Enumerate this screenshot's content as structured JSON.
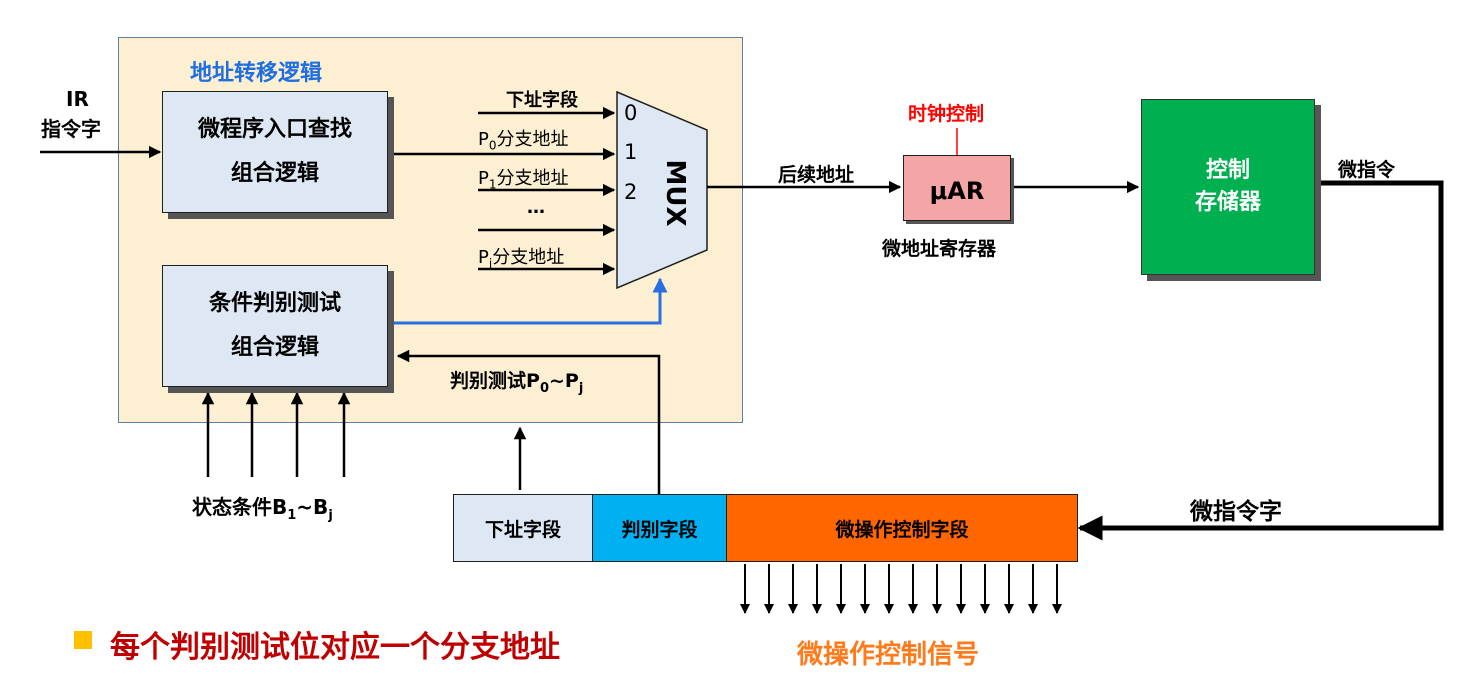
{
  "colors": {
    "panel_bg": "#fdf0d2",
    "panel_border": "#5c7fa8",
    "block_bg": "#dde8f4",
    "mar_bg": "#f4a6a6",
    "control_store_bg": "#00b050",
    "field_next_bg": "#dde8f4",
    "field_test_bg": "#00b0f0",
    "field_op_bg": "#ff6600",
    "blue_title": "#1f6fe0",
    "red": "#ff0000",
    "orange_text": "#ff7a1a",
    "dark_red": "#c00000",
    "bullet": "#ffc000",
    "blue_line": "#2a6fe0"
  },
  "panel_title": "地址转移逻辑",
  "ir_input": {
    "line1": "IR",
    "line2": "指令字"
  },
  "entry_logic": {
    "line1": "微程序入口查找",
    "line2": "组合逻辑"
  },
  "test_logic": {
    "line1": "条件判别测试",
    "line2": "组合逻辑"
  },
  "mux": {
    "label": "MUX",
    "ports": [
      "0",
      "1",
      "2"
    ],
    "inputs": [
      {
        "main": "下址字段"
      },
      {
        "prefix": "P",
        "sub": "0",
        "suffix": "分支地址"
      },
      {
        "prefix": "P",
        "sub": "1",
        "suffix": "分支地址"
      },
      {
        "main": "…"
      },
      {
        "prefix": "P",
        "sub": "j",
        "suffix": "分支地址"
      }
    ]
  },
  "next_address_label": "后续地址",
  "clock_control": "时钟控制",
  "mar": {
    "label": "μAR",
    "caption": "微地址寄存器"
  },
  "control_store": {
    "line1": "控制",
    "line2": "存储器"
  },
  "micro_instruction": "微指令",
  "micro_instruction_word": "微指令字",
  "test_feedback": {
    "prefix": "判别测试P",
    "sub1": "0",
    "mid": "~P",
    "sub2": "j"
  },
  "status_conditions": {
    "prefix": "状态条件B",
    "sub1": "1",
    "mid": "~B",
    "sub2": "j"
  },
  "fields": {
    "next": "下址字段",
    "test": "判别字段",
    "op": "微操作控制字段"
  },
  "control_signals": "微操作控制信号",
  "bullet_note": "每个判别测试位对应一个分支地址"
}
